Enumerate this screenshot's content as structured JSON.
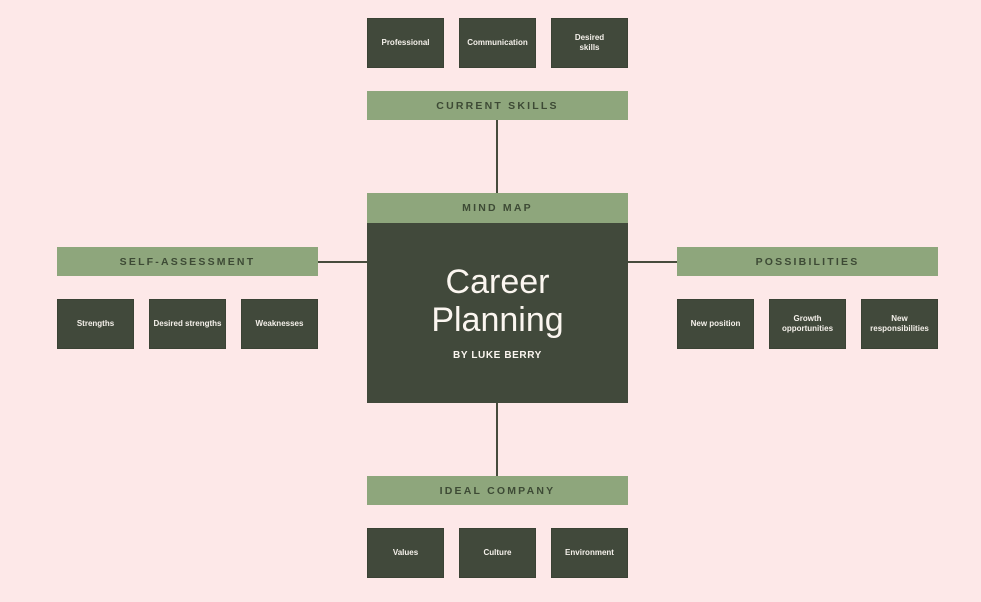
{
  "diagram": {
    "center": {
      "header": "MIND MAP",
      "title": "Career\nPlanning",
      "author": "BY LUKE BERRY"
    },
    "branches": {
      "top": {
        "label": "CURRENT SKILLS",
        "items": [
          "Professional",
          "Communication",
          "Desired skills"
        ]
      },
      "left": {
        "label": "SELF-ASSESSMENT",
        "items": [
          "Strengths",
          "Desired strengths",
          "Weaknesses"
        ]
      },
      "right": {
        "label": "POSSIBILITIES",
        "items": [
          "New position",
          "Growth opportunities",
          "New responsibilities"
        ]
      },
      "bottom": {
        "label": "IDEAL COMPANY",
        "items": [
          "Values",
          "Culture",
          "Environment"
        ]
      }
    }
  },
  "colors": {
    "background": "#fde8e8",
    "dark_box": "#41493b",
    "label_green": "#8ea67c",
    "label_text": "#3d4a35",
    "connector": "#474b3c"
  }
}
